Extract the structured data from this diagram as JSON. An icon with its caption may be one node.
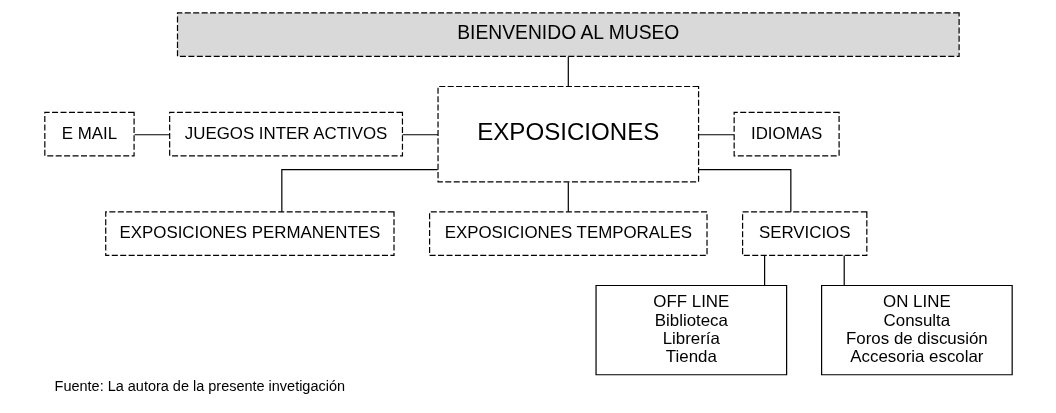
{
  "diagram": {
    "caption": "Fuente: La autora de la presente invetigación",
    "nodes": [
      {
        "text": [
          "BIENVENIDO AL MUSEO"
        ]
      },
      {
        "text": [
          "E MAIL"
        ]
      },
      {
        "text": [
          "JUEGOS INTER ACTIVOS"
        ]
      },
      {
        "text": [
          "EXPOSICIONES"
        ]
      },
      {
        "text": [
          "IDIOMAS"
        ]
      },
      {
        "text": [
          "EXPOSICIONES PERMANENTES"
        ]
      },
      {
        "text": [
          "EXPOSICIONES TEMPORALES"
        ]
      },
      {
        "text": [
          "SERVICIOS"
        ]
      },
      {
        "text": [
          "OFF LINE",
          "Biblioteca",
          "Librería",
          "Tienda"
        ]
      },
      {
        "text": [
          "ON LINE",
          "Consulta",
          "Foros de discusión",
          "Accesoria escolar"
        ]
      }
    ],
    "edges": [
      {
        "from": 0,
        "to": 3,
        "arrow": "none"
      },
      {
        "from": 1,
        "to": 2,
        "arrow": "none"
      },
      {
        "from": 2,
        "to": 3,
        "arrow": "none"
      },
      {
        "from": 3,
        "to": 4,
        "arrow": "none"
      },
      {
        "from": 3,
        "to": 5,
        "arrow": "none"
      },
      {
        "from": 3,
        "to": 6,
        "arrow": "none"
      },
      {
        "from": 3,
        "to": 7,
        "arrow": "none"
      },
      {
        "from": 7,
        "to": 8,
        "arrow": "none"
      },
      {
        "from": 7,
        "to": 9,
        "arrow": "none"
      }
    ]
  }
}
